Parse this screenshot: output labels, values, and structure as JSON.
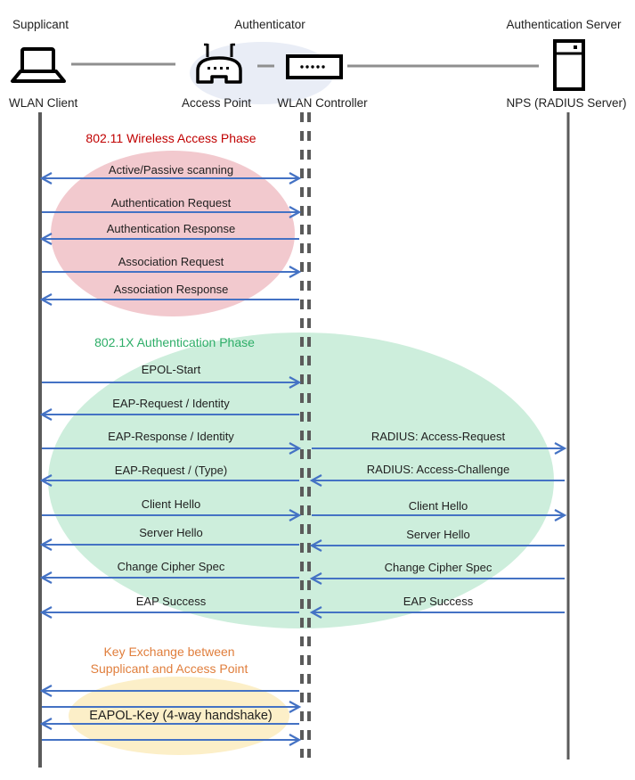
{
  "colors": {
    "arrow": "#4472C4",
    "lifeline": "#5b5b5b",
    "connector": "#8f8f8f",
    "authenticator_ellipse": "#E9EDF6",
    "phase1_title": "#C00000",
    "phase1_ellipse": "#F2C9CE",
    "phase2_title": "#2EAE68",
    "phase2_ellipse": "#CDEEDC",
    "phase3_title": "#E07E3C",
    "phase3_ellipse": "#FCEFC8"
  },
  "header": {
    "roles": [
      "Supplicant",
      "Authenticator",
      "Authentication Server"
    ],
    "devices": [
      "WLAN Client",
      "Access Point",
      "WLAN Controller",
      "NPS (RADIUS Server)"
    ],
    "icons": [
      "laptop-icon",
      "wireless-access-point-icon",
      "wlan-controller-icon",
      "server-icon"
    ]
  },
  "phases": [
    {
      "title": "802.11 Wireless Access Phase",
      "title_color": "#C00000",
      "messages": [
        {
          "label": "Active/Passive scanning",
          "direction": "both",
          "from": "WLAN Client",
          "to": "WLAN Controller"
        },
        {
          "label": "Authentication Request",
          "direction": "right",
          "from": "WLAN Client",
          "to": "WLAN Controller"
        },
        {
          "label": "Authentication Response",
          "direction": "left",
          "from": "WLAN Controller",
          "to": "WLAN Client"
        },
        {
          "label": "Association Request",
          "direction": "right",
          "from": "WLAN Client",
          "to": "WLAN Controller"
        },
        {
          "label": "Association Response",
          "direction": "left",
          "from": "WLAN Controller",
          "to": "WLAN Client"
        }
      ]
    },
    {
      "title": "802.1X Authentication Phase",
      "title_color": "#2EAE68",
      "messages": [
        {
          "label": "EPOL-Start",
          "direction": "right",
          "lane": "left"
        },
        {
          "label": "EAP-Request / Identity",
          "direction": "left",
          "lane": "left"
        },
        {
          "label": "EAP-Response / Identity",
          "direction": "right",
          "lane": "left"
        },
        {
          "label": "RADIUS: Access-Request",
          "direction": "right",
          "lane": "right"
        },
        {
          "label": "EAP-Request / (Type)",
          "direction": "left",
          "lane": "left"
        },
        {
          "label": "RADIUS: Access-Challenge",
          "direction": "left",
          "lane": "right"
        },
        {
          "label": "Client Hello",
          "direction": "right",
          "lane": "left"
        },
        {
          "label": "Client Hello",
          "direction": "right",
          "lane": "right"
        },
        {
          "label": "Server Hello",
          "direction": "left",
          "lane": "left"
        },
        {
          "label": "Server Hello",
          "direction": "left",
          "lane": "right"
        },
        {
          "label": "Change Cipher Spec",
          "direction": "left",
          "lane": "left"
        },
        {
          "label": "Change Cipher Spec",
          "direction": "left",
          "lane": "right"
        },
        {
          "label": "EAP Success",
          "direction": "left",
          "lane": "left"
        },
        {
          "label": "EAP Success",
          "direction": "left",
          "lane": "right"
        }
      ]
    },
    {
      "title_line1": "Key Exchange between",
      "title_line2": "Supplicant and Access Point",
      "title_color": "#E07E3C",
      "messages": [
        {
          "label": "EAPOL-Key (4-way handshake)",
          "direction": "4-way",
          "arrows": [
            "left",
            "right",
            "left",
            "right"
          ]
        }
      ]
    }
  ]
}
